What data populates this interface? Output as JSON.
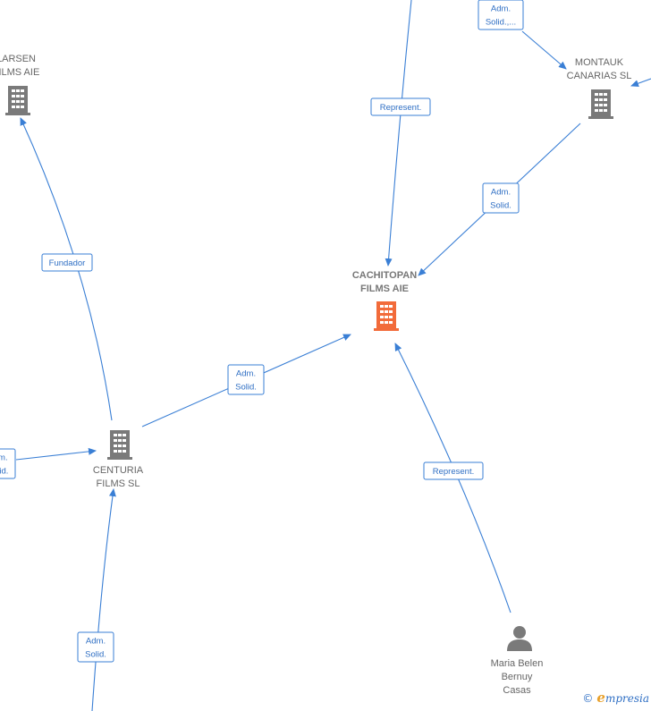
{
  "nodes": [
    {
      "id": "cachitopan",
      "type": "company",
      "main": true,
      "color": "#f26b3a",
      "lines": [
        "CACHITOPAN",
        "FILMS AIE"
      ]
    },
    {
      "id": "larsen",
      "type": "company",
      "color": "#7a7a7a",
      "lines": [
        "LARSEN",
        "FILMS  AIE"
      ]
    },
    {
      "id": "montauk",
      "type": "company",
      "color": "#7a7a7a",
      "lines": [
        "MONTAUK",
        "CANARIAS  SL"
      ]
    },
    {
      "id": "centuria",
      "type": "company",
      "color": "#7a7a7a",
      "lines": [
        "CENTURIA",
        "FILMS SL"
      ]
    },
    {
      "id": "maria",
      "type": "person",
      "color": "#7a7a7a",
      "lines": [
        "Maria Belen",
        "Bernuy",
        "Casas"
      ]
    }
  ],
  "edges": [
    {
      "id": "top-to-cachitopan",
      "lines": [
        "Represent."
      ]
    },
    {
      "id": "admsolid-top-to-montauk",
      "lines": [
        "Adm.",
        "Solid.,..."
      ]
    },
    {
      "id": "offscreen-right-to-montauk",
      "lines": []
    },
    {
      "id": "montauk-to-cachitopan",
      "lines": [
        "Adm.",
        "Solid."
      ]
    },
    {
      "id": "centuria-to-larsen",
      "lines": [
        "Fundador"
      ]
    },
    {
      "id": "centuria-to-cachitopan",
      "lines": [
        "Adm.",
        "Solid."
      ]
    },
    {
      "id": "left-to-centuria",
      "lines": [
        "Adm.",
        "Solid."
      ]
    },
    {
      "id": "bottom-to-centuria",
      "lines": [
        "Adm.",
        "Solid."
      ]
    },
    {
      "id": "maria-to-cachitopan",
      "lines": [
        "Represent."
      ]
    }
  ],
  "watermark": {
    "symbol": "©",
    "brand_initial": "e",
    "brand_rest": "mpresia"
  }
}
